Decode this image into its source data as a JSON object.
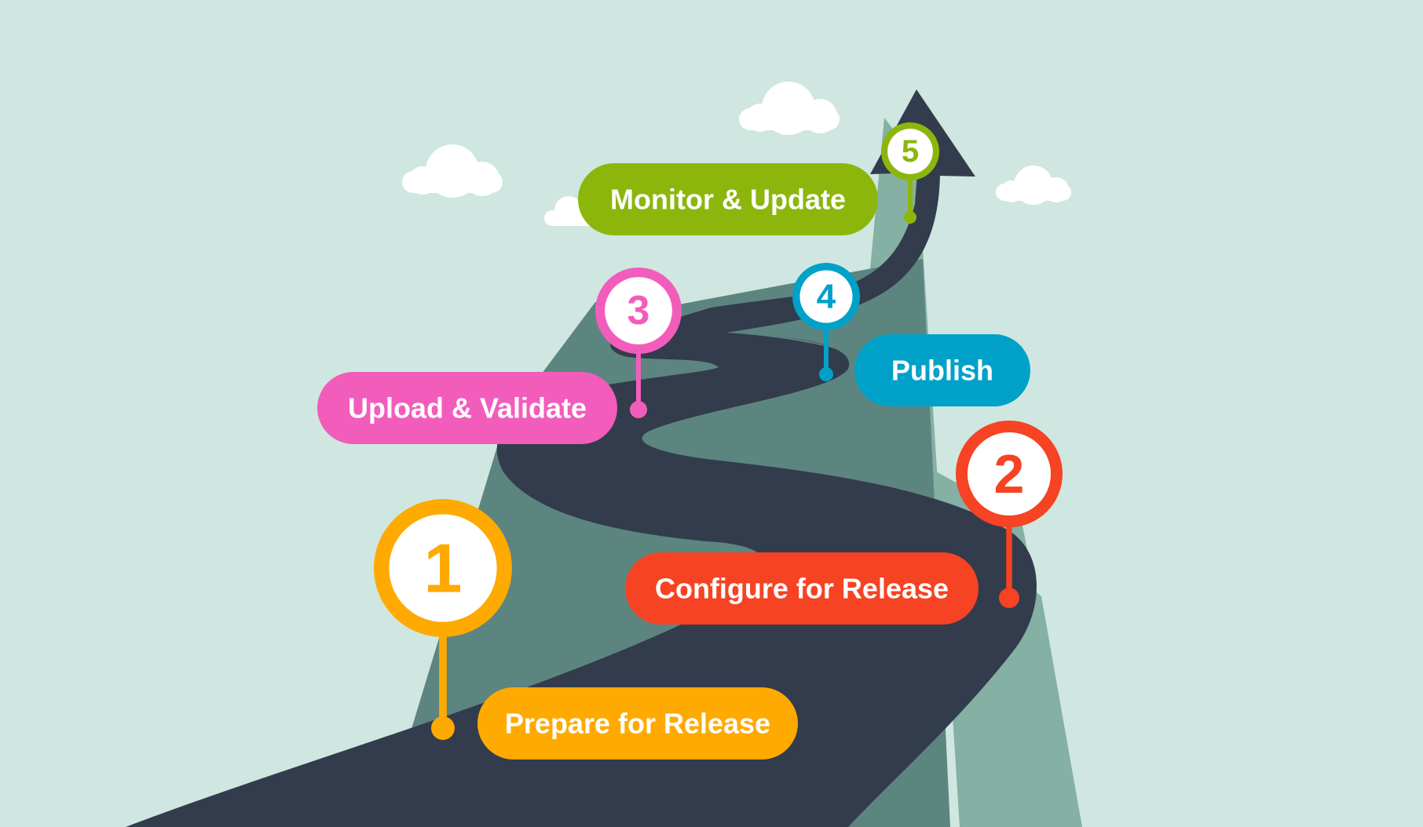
{
  "colors": {
    "background": "#cfe7e0",
    "mountain_dark": "#5d8580",
    "mountain_light": "#85b0a4",
    "road": "#333c4c",
    "cloud": "#ffffff"
  },
  "steps": [
    {
      "number": "1",
      "label": "Prepare for Release",
      "color": "#ffaa00"
    },
    {
      "number": "2",
      "label": "Configure for Release",
      "color": "#f54323"
    },
    {
      "number": "3",
      "label": "Upload & Validate",
      "color": "#f25dbc"
    },
    {
      "number": "4",
      "label": "Publish",
      "color": "#00a1c9"
    },
    {
      "number": "5",
      "label": "Monitor & Update",
      "color": "#8db60d"
    }
  ]
}
